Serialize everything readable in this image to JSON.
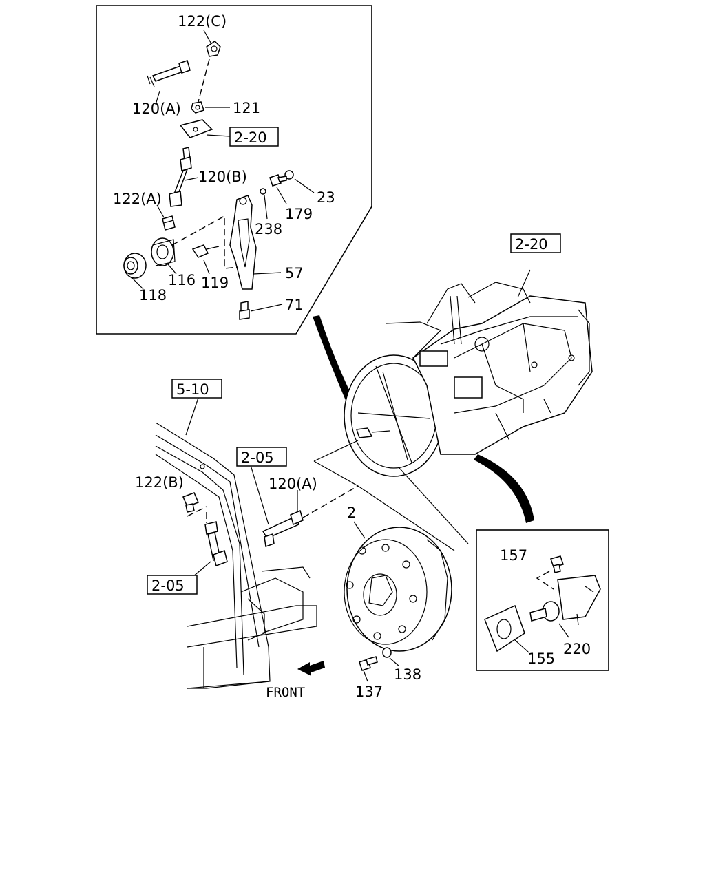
{
  "callouts": {
    "c122C": "122(C)",
    "c120A_top": "120(A)",
    "c121": "121",
    "ref_220_top": "2-20",
    "c120B": "120(B)",
    "c122A": "122(A)",
    "c23": "23",
    "c179": "179",
    "c238": "238",
    "c116": "116",
    "c119": "119",
    "c118": "118",
    "c57": "57",
    "c71": "71",
    "ref_220_main": "2-20",
    "ref_510": "5-10",
    "ref_205_upper": "2-05",
    "c122B": "122(B)",
    "c120A_mid": "120(A)",
    "c2": "2",
    "c157": "157",
    "ref_205_lower": "2-05",
    "c220": "220",
    "c155": "155",
    "c138": "138",
    "c137": "137",
    "front": "FRONT"
  }
}
